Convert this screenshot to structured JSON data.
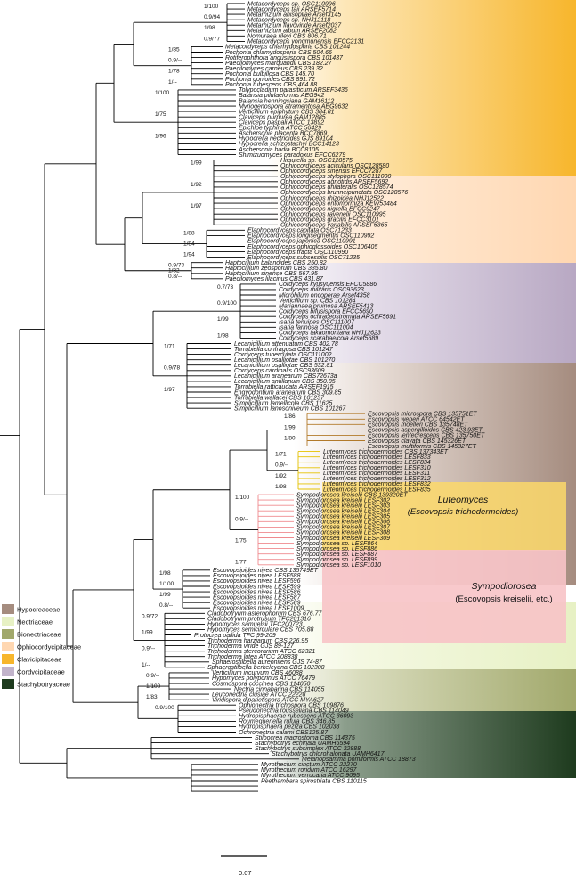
{
  "colors": {
    "Hypocreaceae": "#a58c7f",
    "Nectriaceae": "#e7f1c4",
    "Bionectriaceae": "#a1a86b",
    "Ophiocordycipitaceae": "#ffd7b1",
    "Clavicipitaceae": "#f7b62c",
    "Cordycipitaceae": "#c2b4cb",
    "Stachybotryaceae": "#1e3b1e",
    "Luteomyces": "#f7cc47",
    "Sympodiorosea": "#f6b6b9"
  },
  "legend": [
    {
      "name": "Hypocreaceae",
      "color": "#a58c7f"
    },
    {
      "name": "Nectriaceae",
      "color": "#e7f1c4"
    },
    {
      "name": "Bionectriaceae",
      "color": "#a1a86b"
    },
    {
      "name": "Ophiocordycipitaceae",
      "color": "#ffd7b1"
    },
    {
      "name": "Clavicipitaceae",
      "color": "#f7b62c"
    },
    {
      "name": "Cordycipitaceae",
      "color": "#c2b4cb"
    },
    {
      "name": "Stachybotryaceae",
      "color": "#1e3b1e"
    }
  ],
  "groups": {
    "luteomyces": {
      "title": "Luteomyces",
      "subtitle": "(Escovopsis trichodermoides)"
    },
    "sympodiorosea": {
      "title": "Sympodiorosea",
      "subtitle": "(Escovopsis kreiselii, etc.)"
    }
  },
  "scale_bar": "0.07",
  "taxa": [
    {
      "g": "Metacordyceps",
      "r": "sp. OSC110996"
    },
    {
      "g": "Metacordyceps",
      "r": "taii ARSEF5714"
    },
    {
      "g": "Metarhizium",
      "r": "anisopliae Arsef3145"
    },
    {
      "g": "Metacordyceps",
      "r": "sp. NHJ12118"
    },
    {
      "g": "Metarhizium",
      "r": "flavoviride Arsef2037"
    },
    {
      "g": "Metarhizium",
      "r": "album ARSEF2082"
    },
    {
      "g": "Nomuraea",
      "r": "rileyi CBS 806.71"
    },
    {
      "g": "Metacordyceps",
      "r": "yongmunensis EFCC2131"
    },
    {
      "g": "Metacordyceps",
      "r": "chlamydosporia CBS 101244"
    },
    {
      "g": "Pochonia",
      "r": "chlamydosporia CBS 504.66"
    },
    {
      "g": "Rotiferophthora",
      "r": "angustispora CBS 101437"
    },
    {
      "g": "Paecilomyces",
      "r": "marquandii CBS 182.27"
    },
    {
      "g": "Paecilomyces",
      "r": "carneus CBS 239.32"
    },
    {
      "g": "Pochonia",
      "r": "bulbillosa CBS 145.70"
    },
    {
      "g": "Pochonia",
      "r": "gonioides CBS 891.72"
    },
    {
      "g": "Pochonia",
      "r": "rubescens CBS 464.88"
    },
    {
      "g": "Tolypocladium",
      "r": "parasiticum ARSEF3436"
    },
    {
      "g": "Balansia",
      "r": "pilulaeformis AEG942"
    },
    {
      "g": "Balansia",
      "r": "henningsiana GAM16112"
    },
    {
      "g": "Myriogenospora",
      "r": "atramentosa AEG9632"
    },
    {
      "g": "Verticillium",
      "r": "epiphytum CBS 384.81"
    },
    {
      "g": "Claviceps",
      "r": "purpurea GAM12885"
    },
    {
      "g": "Claviceps",
      "r": "paspali ATCC 13892"
    },
    {
      "g": "Epichloe",
      "r": "typhina ATCC 56429"
    },
    {
      "g": "Aschersonia",
      "r": "placenta BCC7869"
    },
    {
      "g": "Hypocrella",
      "r": "nectrioides GJS 89104"
    },
    {
      "g": "Hypocrella",
      "r": "schizostachyi BCC14123"
    },
    {
      "g": "Aschersonia",
      "r": "badia BCC8105"
    },
    {
      "g": "Shimizuomyces",
      "r": "paradoxus EFCC6279"
    },
    {
      "g": "Hirsutella",
      "r": "sp. OSC128575"
    },
    {
      "g": "Ophiocordyceps",
      "r": "acicularis OSC128580"
    },
    {
      "g": "Ophiocordyceps",
      "r": "sinensis EFCC7287"
    },
    {
      "g": "Ophiocordyceps",
      "r": "stylophora OSC111000"
    },
    {
      "g": "Ophiocordyceps",
      "r": "agriotidis ARSEF5692"
    },
    {
      "g": "Ophiocordyceps",
      "r": "unilateralis OSC128574"
    },
    {
      "g": "Ophiocordyceps",
      "r": "brunneipunctata OSC128576"
    },
    {
      "g": "Ophiocordyceps",
      "r": "rhizoidea NHJ12522"
    },
    {
      "g": "Ophiocordyceps",
      "r": "entomorrhiza KEW53484"
    },
    {
      "g": "Ophiocordyceps",
      "r": "nigrella EFCC9247"
    },
    {
      "g": "Ophiocordyceps",
      "r": "ravenelii OSC110995"
    },
    {
      "g": "Ophiocordyceps",
      "r": "gracilis EFCC3101"
    },
    {
      "g": "Ophiocordyceps",
      "r": "variabilis ARSEF5365"
    },
    {
      "g": "Elaphocordyceps",
      "r": "capitata OSC71233"
    },
    {
      "g": "Elaphocordyceps",
      "r": "longisegmentis OSC110992"
    },
    {
      "g": "Elaphocordyceps",
      "r": "japonica OSC110991"
    },
    {
      "g": "Elaphocordyceps",
      "r": "ophioglossoides OSC106405"
    },
    {
      "g": "Elaphocordyceps",
      "r": "fracta OSC110990"
    },
    {
      "g": "Elaphocordyceps",
      "r": "subsessilis OSC71235"
    },
    {
      "g": "Haptocillium",
      "r": "balanoides CBS 250.82"
    },
    {
      "g": "Haptocillium",
      "r": "zeosporum CBS 335.80"
    },
    {
      "g": "Haptocillium",
      "r": "sinense CBS 567.95"
    },
    {
      "g": "Paecilomyces",
      "r": "lilacinus CBS 431.87"
    },
    {
      "g": "Cordyceps",
      "r": "kyusyuensis EFCC5886"
    },
    {
      "g": "Cordyceps",
      "r": "militaris OSC93623"
    },
    {
      "g": "Microhilum",
      "r": "oncoperae Arsef4358"
    },
    {
      "g": "Verticillium",
      "r": "sp. CBS 101284"
    },
    {
      "g": "Mariannaea",
      "r": "pruinosa ARSEF5413"
    },
    {
      "g": "Cordyceps",
      "r": "bifusispora EFCC5690"
    },
    {
      "g": "Cordyceps",
      "r": "ochraceostromata ARSEF5691"
    },
    {
      "g": "Isaria",
      "r": "tenuipes OSC111007"
    },
    {
      "g": "Isaria",
      "r": "farinosa OSC111004"
    },
    {
      "g": "Cordyceps",
      "r": "takaomontana NHJ12623"
    },
    {
      "g": "Cordyceps",
      "r": "scarabaeicola Arsef5689"
    },
    {
      "g": "Lecanicillium",
      "r": "attenuatum CBS 402.78"
    },
    {
      "g": "Torrubiella",
      "r": "confragosa CBS 101247"
    },
    {
      "g": "Cordyceps",
      "r": "tuberculata OSC111002"
    },
    {
      "g": "Lecanicillium",
      "r": "psalliotae CBS 101270"
    },
    {
      "g": "Lecanicillium",
      "r": "psalliotae CBS 532.81"
    },
    {
      "g": "Cordyceps",
      "r": "cardinalis OSC93609"
    },
    {
      "g": "Lecanicillium",
      "r": "aranearum CBS72673a"
    },
    {
      "g": "Lecanicillium",
      "r": "antillanum CBS 350.85"
    },
    {
      "g": "Torrubiella",
      "r": "ratticaudata ARSEF1915"
    },
    {
      "g": "Engyodontium",
      "r": "aranearum CBS 309.85"
    },
    {
      "g": "Torrubiella",
      "r": "wallacei CBS 101237"
    },
    {
      "g": "Simplicillium",
      "r": "lamellicola CBS 11625"
    },
    {
      "g": "Simplicillium",
      "r": "lanosoniveum CBS 101267"
    },
    {
      "g": "Escovopsis",
      "r": "microspora CBS 135751ET"
    },
    {
      "g": "Escovopsis",
      "r": "weberi ATCC 64542ET"
    },
    {
      "g": "Escovopsis",
      "r": "moelleri CBS 135748ET"
    },
    {
      "g": "Escovopsis",
      "r": "aspergilloides CBS 423.93ET"
    },
    {
      "g": "Escovopsis",
      "r": "lentecrescens CBS 135750ET"
    },
    {
      "g": "Escovopsis",
      "r": "clavata CBS 145326ET"
    },
    {
      "g": "Escovopsis",
      "r": "multiformis CBS 145327ET"
    },
    {
      "g": "Luteomyces",
      "r": "trichodermoides CBS 137343ET"
    },
    {
      "g": "Luteomyces",
      "r": "trichodermoides LESF833"
    },
    {
      "g": "Luteomyces",
      "r": "trichodermoides LESF834"
    },
    {
      "g": "Luteomyces",
      "r": "trichodermoides LESF310"
    },
    {
      "g": "Luteomyces",
      "r": "trichodermoides LESF311"
    },
    {
      "g": "Luteomyces",
      "r": "trichodermoides LESF312"
    },
    {
      "g": "Luteomyces",
      "r": "trichodermoides LESF832"
    },
    {
      "g": "Luteomyces",
      "r": "trichodermoides LESF835"
    },
    {
      "g": "Sympodiorosea",
      "r": "kreiselii CBS 139320ET"
    },
    {
      "g": "Sympodiorosea",
      "r": "kreiselii LESF302"
    },
    {
      "g": "Sympodiorosea",
      "r": "kreiselii LESF303"
    },
    {
      "g": "Sympodiorosea",
      "r": "kreiselii LESF304"
    },
    {
      "g": "Sympodiorosea",
      "r": "kreiselii LESF305"
    },
    {
      "g": "Sympodiorosea",
      "r": "kreiselii LESF306"
    },
    {
      "g": "Sympodiorosea",
      "r": "kreiselii LESF307"
    },
    {
      "g": "Sympodiorosea",
      "r": "kreiselii LESF308"
    },
    {
      "g": "Sympodiorosea",
      "r": "kreiselii LESF309"
    },
    {
      "g": "Sympodiorosea",
      "r": "sp. LESF864"
    },
    {
      "g": "Sympodiorosea",
      "r": "sp. LESF886"
    },
    {
      "g": "Sympodiorosea",
      "r": "sp. LESF887"
    },
    {
      "g": "Sympodiorosea",
      "r": "sp. LESF899"
    },
    {
      "g": "Sympodiorosea",
      "r": "sp. LESF1010"
    },
    {
      "g": "Escovopsioides",
      "r": "nivea CBS 135749ET"
    },
    {
      "g": "Escovopsioides",
      "r": "nivea LESF588"
    },
    {
      "g": "Escovopsioides",
      "r": "nivea LESF596"
    },
    {
      "g": "Escovopsioides",
      "r": "nivea LESF599"
    },
    {
      "g": "Escovopsioides",
      "r": "nivea LESF586"
    },
    {
      "g": "Escovopsioides",
      "r": "nivea LESF587"
    },
    {
      "g": "Escovopsioides",
      "r": "nivea LESF589"
    },
    {
      "g": "Escovopsioides",
      "r": "nivea LESF1009"
    },
    {
      "g": "Cladobotryum",
      "r": "asterophorum CBS 676.77"
    },
    {
      "g": "Cladobotryum",
      "r": "protrusum TFC201316"
    },
    {
      "g": "Hypomyces",
      "r": "samuelsii TFC200723"
    },
    {
      "g": "Hypomyces",
      "r": "semicirculare CBS 705.88"
    },
    {
      "g": "Protocrea",
      "r": "pallida TFC 99-209"
    },
    {
      "g": "Trichoderma",
      "r": "harzianum CBS 226.95"
    },
    {
      "g": "Trichoderma",
      "r": "viride GJS 89-127"
    },
    {
      "g": "Trichoderma",
      "r": "stercorarium ATCC 62321"
    },
    {
      "g": "Trichoderma",
      "r": "lutea ATCC 208838"
    },
    {
      "g": "Sphaerostilbella",
      "r": "aureonitens GJS 74-87"
    },
    {
      "g": "Sphaerostilbella",
      "r": "berkeleyana CBS 102308"
    },
    {
      "g": "Verticillium",
      "r": "incurvum CBS 46088"
    },
    {
      "g": "Hypomyces",
      "r": "polyporinus ATCC 76479"
    },
    {
      "g": "Cosmospora",
      "r": "coccinea CBS 114050"
    },
    {
      "g": "Nectria",
      "r": "cinnabarina CBS 114055"
    },
    {
      "g": "Leuconectria",
      "r": "clusiae ATCC 22228"
    },
    {
      "g": "Viridispora",
      "r": "diparietispora ATCC MYA627"
    },
    {
      "g": "Ophionectria",
      "r": "trichospora CBS 109876"
    },
    {
      "g": "Pseudonectria",
      "r": "rousseliana CBS 114049"
    },
    {
      "g": "Hydropisphaerae",
      "r": "rubescens ATCC 36093"
    },
    {
      "g": "Roumegueriella",
      "r": "rufula CBS 346.85"
    },
    {
      "g": "Hydropisphaera",
      "r": "peziza CBS 102038"
    },
    {
      "g": "Ochronectria",
      "r": "calami CBS125.87"
    },
    {
      "g": "Stilbocrea",
      "r": "macrostoma CBS 114375"
    },
    {
      "g": "Stachybotrys",
      "r": "echinata UAMH6594"
    },
    {
      "g": "Stachybotrys",
      "r": "subsimplex ATCC 32888"
    },
    {
      "g": "Stachybotrys",
      "r": "chlorohalonata UAMH6417"
    },
    {
      "g": "Melanopsamma",
      "r": "pomiformis ATCC 18873"
    },
    {
      "g": "Myrothecium",
      "r": "cinctum ATCC 22270"
    },
    {
      "g": "Myrothecium",
      "r": "roridum ATCC 16297"
    },
    {
      "g": "Myrothecium",
      "r": "verrucaria ATCC 9095"
    },
    {
      "g": "Peethambara",
      "r": "spirostriata CBS 110115"
    }
  ],
  "support": {
    "s1": "1/100",
    "s2": "0.9/94",
    "s3": "1/98",
    "s4": "0.9/77",
    "s5": "1/85",
    "s6": "0.9/--",
    "s7": "1/78",
    "s8": "1/--",
    "s9": "1/100",
    "s10": "1/75",
    "s11": "1/96",
    "s12": "1/99",
    "s13": "1/92",
    "s14": "1/97",
    "s15": "1/88",
    "s16": "1/84",
    "s17": "1/94",
    "s18": "0.9/73",
    "s19": "1/82",
    "s20": "0.8/--",
    "s21": "0.7/73",
    "s22": "0.9/100",
    "s23": "1/99",
    "s24": "1/98",
    "s25": "1/71",
    "s26": "0.9/78",
    "s27": "1/97",
    "s28": "1/86",
    "s29": "1/99",
    "s30": "1/80",
    "s31": "1/71",
    "s32": "0.9/--",
    "s33": "1/92",
    "s34": "1/98",
    "s35": "1/100",
    "s36": "0.9/--",
    "s37": "1/75",
    "s38": "1/77",
    "s39": "1/98",
    "s40": "1/100",
    "s41": "1/99",
    "s42": "0.8/--",
    "s43": "0.9/72",
    "s44": "1/99",
    "s45": "0.9/--",
    "s46": "1/--",
    "s47": "0.9/--",
    "s48": "1/100",
    "s49": "1/83",
    "s50": "0.9/100"
  }
}
